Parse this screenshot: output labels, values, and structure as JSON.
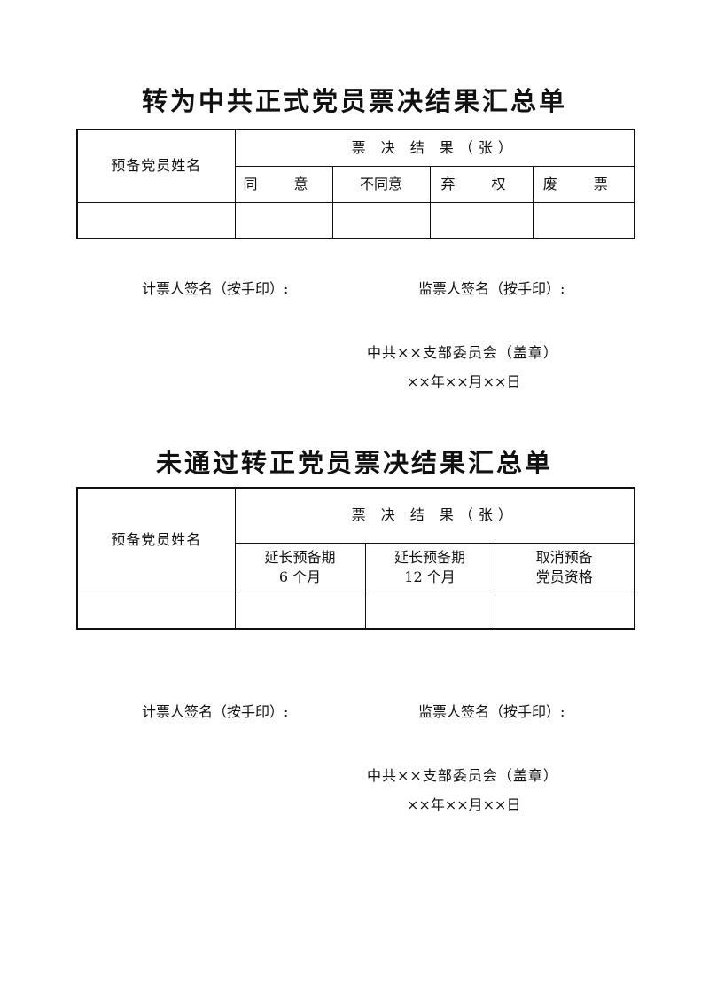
{
  "form1": {
    "title": "转为中共正式党员票决结果汇总单",
    "name_header": "预备党员姓名",
    "result_header": "票 决 结 果（张）",
    "columns": [
      "同 意",
      "不同意",
      "弃 权",
      "废 票"
    ],
    "counter_signature": "计票人签名（按手印）:",
    "supervisor_signature": "监票人签名（按手印）:",
    "organization": "中共××支部委员会（盖章）",
    "date": "××年××月××日"
  },
  "form2": {
    "title": "未通过转正党员票决结果汇总单",
    "name_header": "预备党员姓名",
    "result_header": "票 决 结 果（张）",
    "columns": [
      {
        "line1": "延长预备期",
        "line2": "6 个月"
      },
      {
        "line1": "延长预备期",
        "line2": "12 个月"
      },
      {
        "line1": "取消预备",
        "line2": "党员资格"
      }
    ],
    "counter_signature": "计票人签名（按手印）:",
    "supervisor_signature": "监票人签名（按手印）:",
    "organization": "中共××支部委员会（盖章）",
    "date": "××年××月××日"
  }
}
